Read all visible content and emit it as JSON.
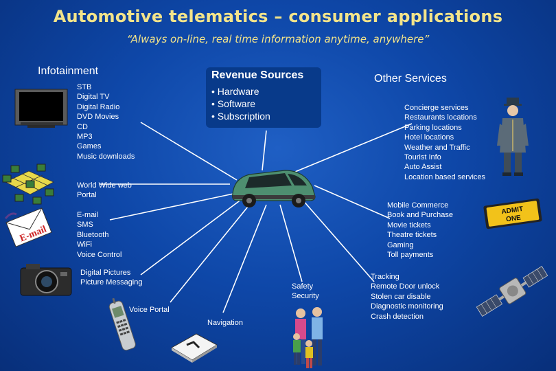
{
  "title": "Automotive telematics – consumer applications",
  "subtitle": "“Always on-line, real time information anytime, anywhere”",
  "infotainment": {
    "heading": "Infotainment",
    "list": "STB\nDigital TV\nDigital Radio\nDVD Movies\nCD\nMP3\nGames\nMusic downloads"
  },
  "revenue": {
    "heading": "Revenue Sources",
    "list": "• Hardware\n• Software\n• Subscription"
  },
  "other_services": {
    "heading": "Other Services",
    "list": "Concierge services\nRestaurants locations\nParking locations\nHotel locations\nWeather and Traffic\nTourist Info\nAuto Assist\nLocation based services"
  },
  "www": "World Wide web\nPortal",
  "messaging": "E-mail\nSMS\nBluetooth\nWiFi\nVoice Control",
  "pictures": "Digital Pictures\nPicture Messaging",
  "voice_portal": "Voice Portal",
  "navigation": "Navigation",
  "safety": "Safety\nSecurity",
  "commerce": "Mobile Commerce\nBook and Purchase\nMovie tickets\nTheatre tickets\nGaming\nToll payments",
  "tracking": "Tracking\nRemote Door unlock\nStolen car disable\nDiagnostic monitoring\nCrash detection",
  "ticket_text": "ADMIT\nONE",
  "email_logo": "E-mail"
}
